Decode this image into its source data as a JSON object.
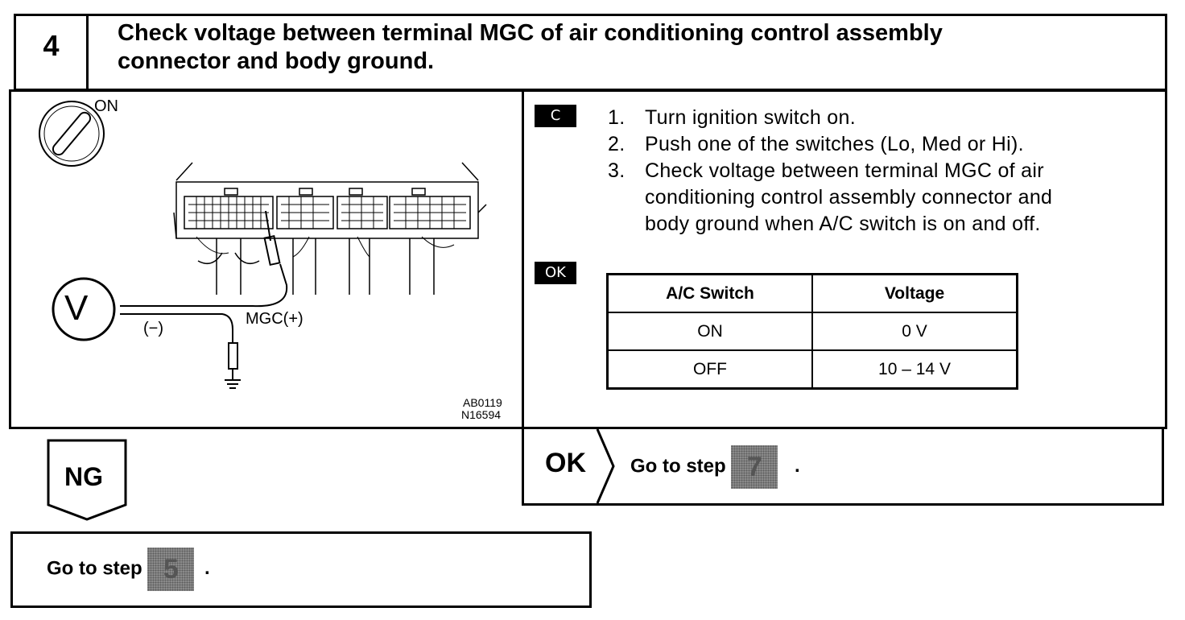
{
  "header": {
    "step_number": "4",
    "title_line1": "Check voltage between terminal MGC of air conditioning control assembly",
    "title_line2": "connector and body ground."
  },
  "diagram": {
    "ignition_label": "ON",
    "meter_symbol": "V",
    "probe_negative": "(−)",
    "probe_positive": "MGC(+)",
    "figure_code_1": "AB0119",
    "figure_code_2": "N16594"
  },
  "instructions": {
    "check_tag": "C",
    "steps": [
      {
        "num": "1.",
        "text": "Turn ignition switch on."
      },
      {
        "num": "2.",
        "text": "Push one of the switches (Lo, Med or Hi)."
      },
      {
        "num": "3.",
        "text": "Check voltage between terminal MGC of air"
      },
      {
        "num": "",
        "text": "conditioning control assembly connector and"
      },
      {
        "num": "",
        "text": "body ground when A/C switch is on and off."
      }
    ],
    "ok_tag": "OK",
    "table": {
      "headers": [
        "A/C Switch",
        "Voltage"
      ],
      "rows": [
        [
          "ON",
          "0 V"
        ],
        [
          "OFF",
          "10 – 14 V"
        ]
      ]
    }
  },
  "ok_result": {
    "label": "OK",
    "text": "Go to step",
    "step": "7",
    "suffix": "."
  },
  "ng_result": {
    "label": "NG",
    "text": "Go to step",
    "step": "5",
    "suffix": "."
  }
}
